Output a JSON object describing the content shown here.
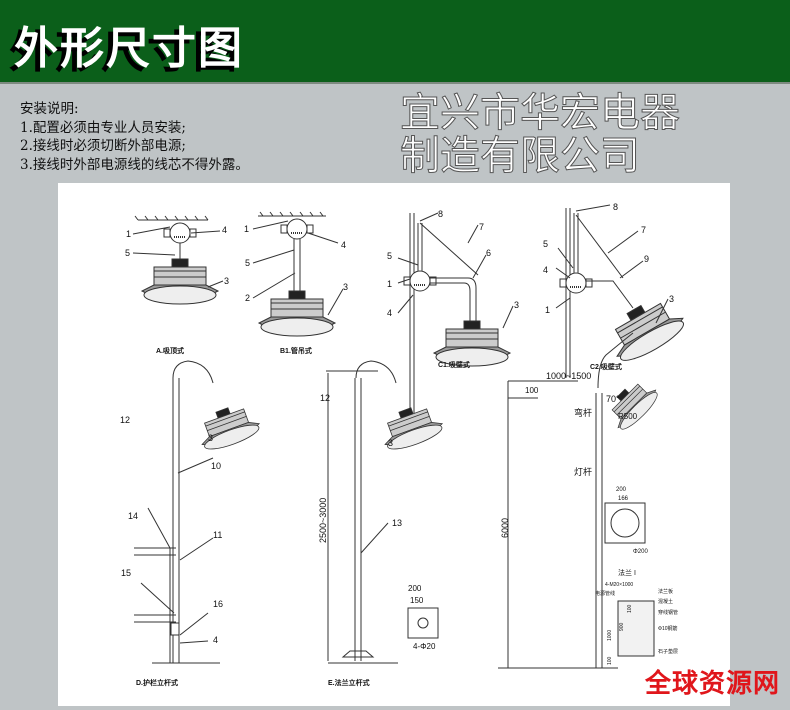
{
  "header": {
    "title": "外形尺寸图"
  },
  "notes": {
    "heading": "安装说明:",
    "items": [
      "1.配置必须由专业人员安装;",
      "2.接线时必须切断外部电源;",
      "3.接线时外部电源线的线芯不得外露。"
    ]
  },
  "diagrams": {
    "a": {
      "caption": "A.吸顶式",
      "labels": [
        "1",
        "4",
        "5",
        "3"
      ]
    },
    "b1": {
      "caption": "B1.管吊式",
      "labels": [
        "1",
        "4",
        "5",
        "2",
        "3"
      ]
    },
    "c1": {
      "caption": "C1.吸壁式",
      "labels": [
        "8",
        "7",
        "6",
        "5",
        "1",
        "4",
        "3"
      ]
    },
    "c2": {
      "caption": "C2.吸壁式",
      "labels": [
        "8",
        "7",
        "5",
        "9",
        "4",
        "1",
        "3"
      ]
    },
    "d": {
      "caption": "D.护栏立杆式",
      "labels": [
        "12",
        "3",
        "10",
        "14",
        "11",
        "15",
        "16",
        "4"
      ]
    },
    "e": {
      "caption": "E.法兰立杆式",
      "labels": [
        "12",
        "3",
        "13"
      ],
      "height": "2500~3000",
      "flange": {
        "outer": "200",
        "inner": "150",
        "holes": "4-Φ20"
      }
    },
    "pole": {
      "reach": "1000~1500",
      "top": "100",
      "angle": "70°",
      "radius": "R500",
      "arm": "弯杆",
      "pole": "灯杆",
      "height": "6000",
      "flange_caption": "法兰 I",
      "flange_dims": [
        "200",
        "166",
        "Φ200"
      ],
      "foundation": {
        "bolts": "4-M20×1000",
        "labels": [
          "电源管线",
          "法兰板",
          "混凝土",
          "穿线钢管",
          "Φ10钢筋",
          "石子垫层"
        ],
        "dims": [
          "1000",
          "900",
          "100",
          "100"
        ]
      }
    }
  },
  "watermark": "宜兴市华宏电器制造有限公司",
  "logo": "全球资源网"
}
